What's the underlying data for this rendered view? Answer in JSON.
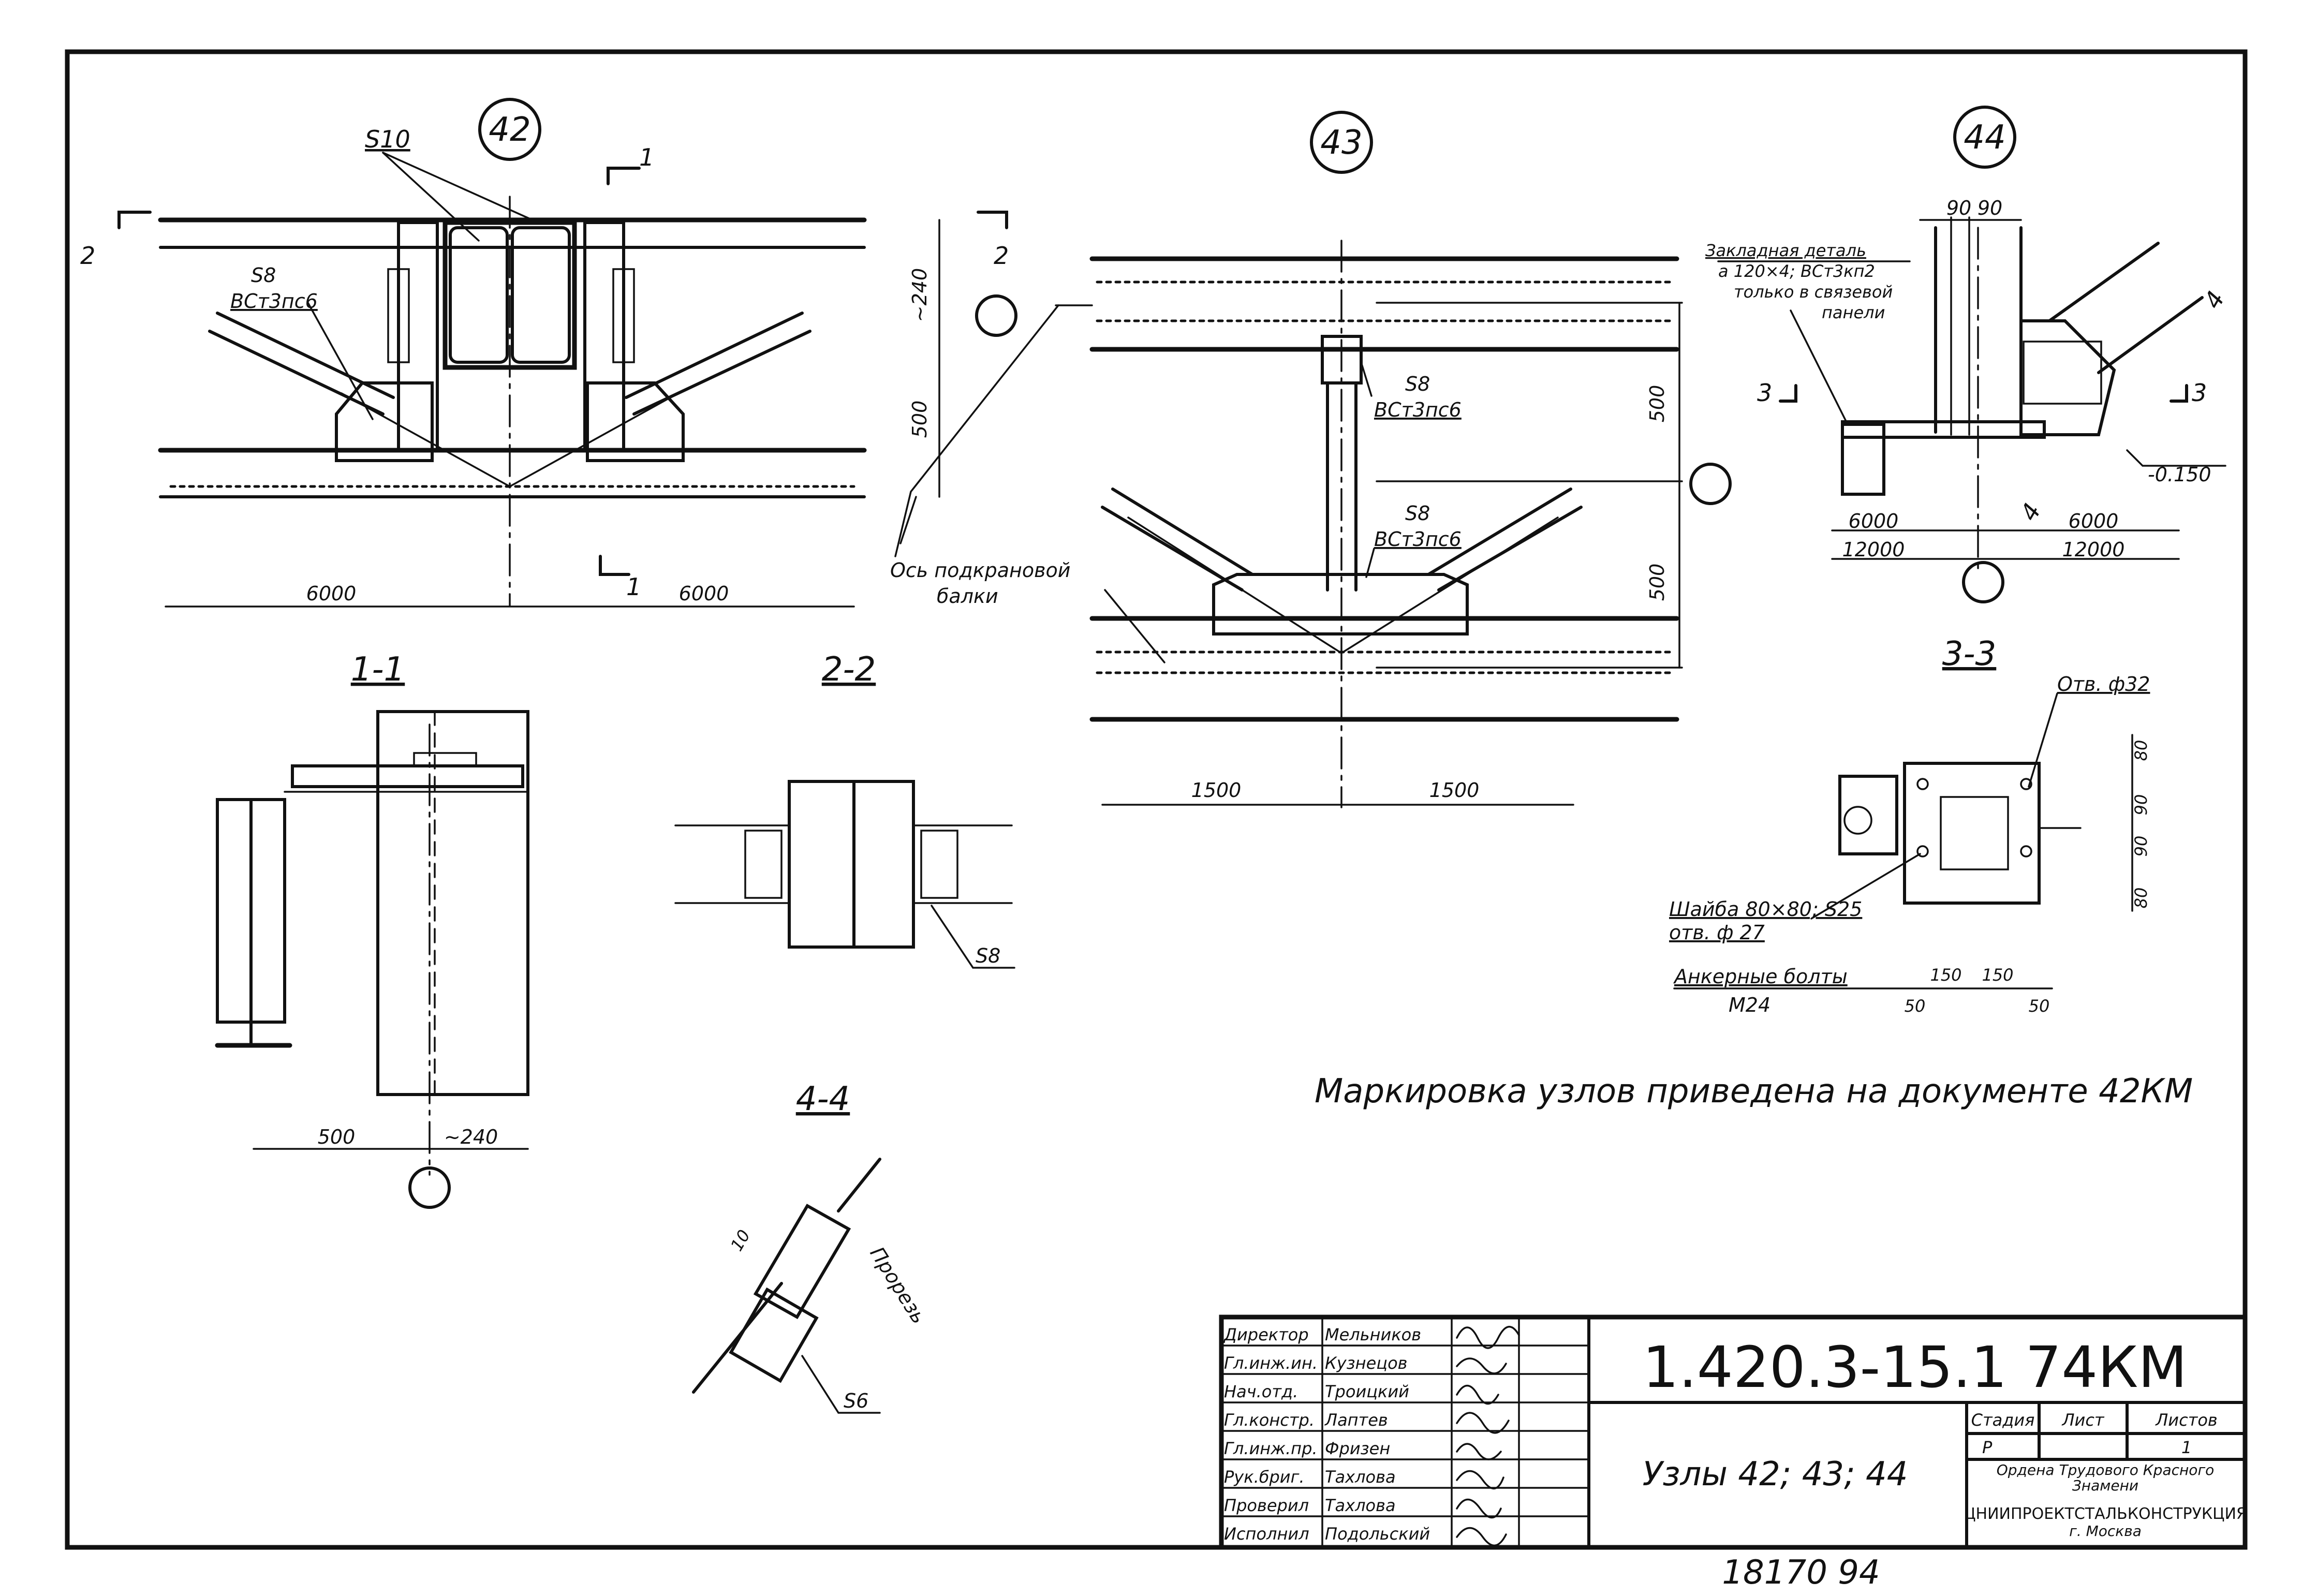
{
  "nodes": {
    "n42": "42",
    "n43": "43",
    "n44": "44"
  },
  "node42": {
    "plate": "S10",
    "gusset_thk": "S8",
    "gusset_steel": "ВСт3пс6",
    "sec1": "1",
    "sec2": "2",
    "dim_240": "~240",
    "dim_500": "500",
    "dim_left": "6000",
    "dim_right": "6000"
  },
  "node43": {
    "top_thk": "S8",
    "top_steel": "ВСт3пс6",
    "bot_thk": "S8",
    "bot_steel": "ВСт3пс6",
    "dim_500a": "500",
    "dim_500b": "500",
    "dim_left": "1500",
    "dim_right": "1500",
    "axis_note_1": "Ось подкрановой",
    "axis_note_2": "балки"
  },
  "node44": {
    "embed_1": "Закладная деталь",
    "embed_2": "а 120×4; ВСт3кп2",
    "embed_3": "только в связевой",
    "embed_4": "панели",
    "dim_90a": "90",
    "dim_90b": "90",
    "sec3": "3",
    "sec4": "4",
    "elev": "-0.150",
    "dim_6000a": "6000",
    "dim_12000a": "12000",
    "dim_6000b": "6000",
    "dim_12000b": "12000"
  },
  "sections": {
    "s11": "1-1",
    "s22": "2-2",
    "s33": "3-3",
    "s44": "4-4"
  },
  "sec11": {
    "dim_500": "500",
    "dim_240": "~240"
  },
  "sec22": {
    "thk": "S8"
  },
  "sec33": {
    "hole": "Отв. ф32",
    "washer": "Шайба 80×80; S25",
    "washer_hole": "отв. ф 27",
    "bolts": "Анкерные болты",
    "bolt_size": "М24",
    "dim_150a": "150",
    "dim_150b": "150",
    "dim_50a": "50",
    "dim_50b": "50",
    "dim_80a": "80",
    "dim_90a": "90",
    "dim_90b": "90",
    "dim_80b": "80"
  },
  "sec44": {
    "dim_10": "10",
    "slot": "Прорезь",
    "thk": "S6"
  },
  "note": "Маркировка узлов приведена на документе 42КМ",
  "title_block": {
    "code": "1.420.3-15.1  74КМ",
    "title": "Узлы 42; 43; 44",
    "headers": [
      "Стадия",
      "Лист",
      "Листов"
    ],
    "stage": "Р",
    "sheets": "1",
    "org_1": "Ордена Трудового Красного",
    "org_2": "Знамени",
    "org_3": "ЦНИИПРОЕКТСТАЛЬКОНСТРУКЦИЯ",
    "org_4": "г. Москва",
    "staff": [
      {
        "role": "Директор",
        "name": "Мельников"
      },
      {
        "role": "Гл.инж.ин.",
        "name": "Кузнецов"
      },
      {
        "role": "Нач.отд.",
        "name": "Троицкий"
      },
      {
        "role": "Гл.констр.",
        "name": "Лаптев"
      },
      {
        "role": "Гл.инж.пр.",
        "name": "Фризен"
      },
      {
        "role": "Рук.бриг.",
        "name": "Тахлова"
      },
      {
        "role": "Проверил",
        "name": "Тахлова"
      },
      {
        "role": "Исполнил",
        "name": "Подольский"
      }
    ]
  },
  "footer_number": "18170   94"
}
